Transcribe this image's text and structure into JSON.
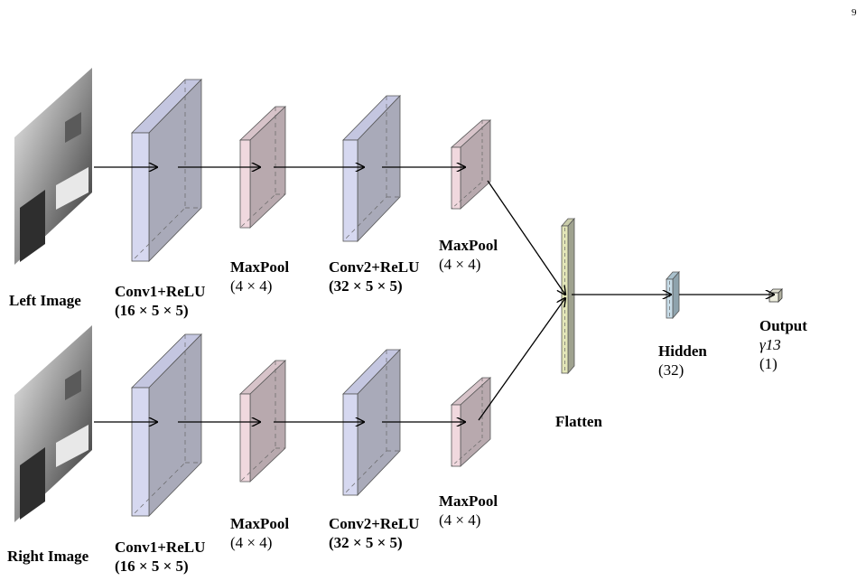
{
  "page_number": "9",
  "inputs": {
    "left": "Left Image",
    "right": "Right Image"
  },
  "branch": {
    "conv1": {
      "name": "Conv1+ReLU",
      "dims": "(16 × 5 × 5)"
    },
    "pool1": {
      "name": "MaxPool",
      "dims": "(4 × 4)"
    },
    "conv2": {
      "name": "Conv2+ReLU",
      "dims": "(32 × 5 × 5)"
    },
    "pool2": {
      "name": "MaxPool",
      "dims": "(4 × 4)"
    }
  },
  "flatten": {
    "name": "Flatten"
  },
  "hidden": {
    "name": "Hidden",
    "dims": "(32)"
  },
  "output": {
    "name": "Output",
    "symbol": "γ13",
    "dims": "(1)"
  },
  "colors": {
    "conv_front": "#d6d8f0",
    "conv_face": "#a9aab9",
    "pool_front": "#f0d8de",
    "pool_face": "#b8a9ae",
    "flatten_front": "#e3e6b8",
    "hidden_front": "#c8dde8"
  }
}
